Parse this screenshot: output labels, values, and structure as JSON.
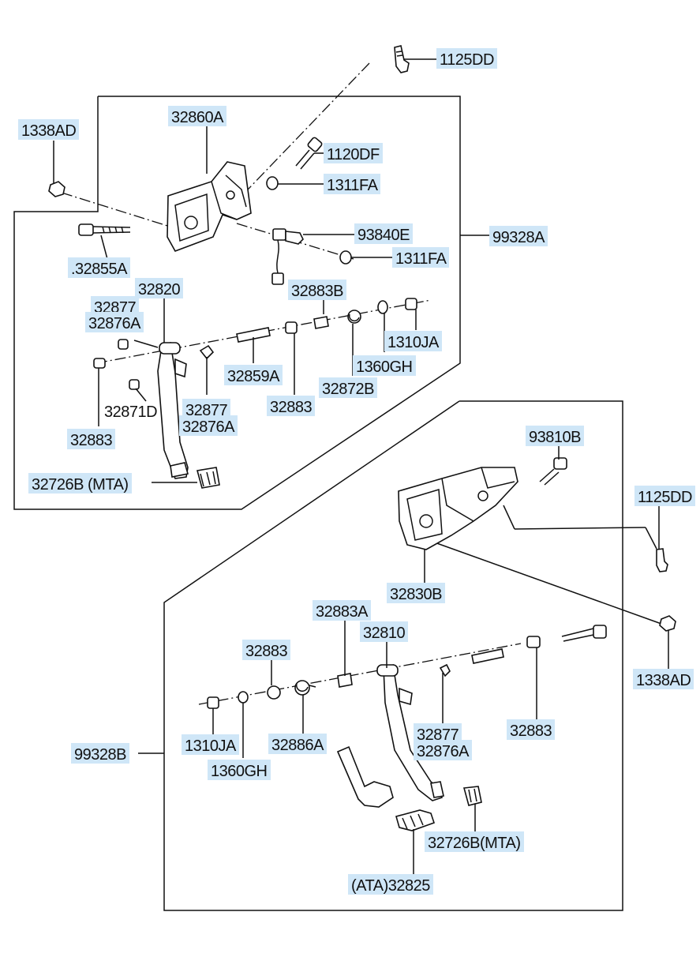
{
  "callouts": {
    "c1125DD_top": "1125DD",
    "c32860A": "32860A",
    "c1338AD_top": "1338AD",
    "c1120DF": "1120DF",
    "c1311FA_a": "1311FA",
    "c93840E": "93840E",
    "c99328A": "99328A",
    "c1311FA_b": "1311FA",
    "c32855A": ".32855A",
    "c32820": "32820",
    "c32877_a": "32877",
    "c32876A_a": "32876A",
    "c32883B": "32883B",
    "c1310JA_a": "1310JA",
    "c1360GH_a": "1360GH",
    "c32859A": "32859A",
    "c32872B": "32872B",
    "c32883_a": "32883",
    "c32871D": "32871D",
    "c32877_b": "32877",
    "c32876A_b": "32876A",
    "c32883_b": "32883",
    "c32726B_a": "32726B (MTA)",
    "c93810B": "93810B",
    "c1125DD_b": "1125DD",
    "c32830B": "32830B",
    "c1338AD_b": "1338AD",
    "c32883A": "32883A",
    "c32810": "32810",
    "c32883_c": "32883",
    "c32883_d": "32883",
    "c32877_c": "32877",
    "c32876A_c": "32876A",
    "c1310JA_b": "1310JA",
    "c32886A": "32886A",
    "c99328B": "99328B",
    "c1360GH_b": "1360GH",
    "c32726B_b": "32726B(MTA)",
    "c32825": "(ATA)32825"
  },
  "colors": {
    "highlight": "#cfe6f7",
    "line": "#111111"
  }
}
